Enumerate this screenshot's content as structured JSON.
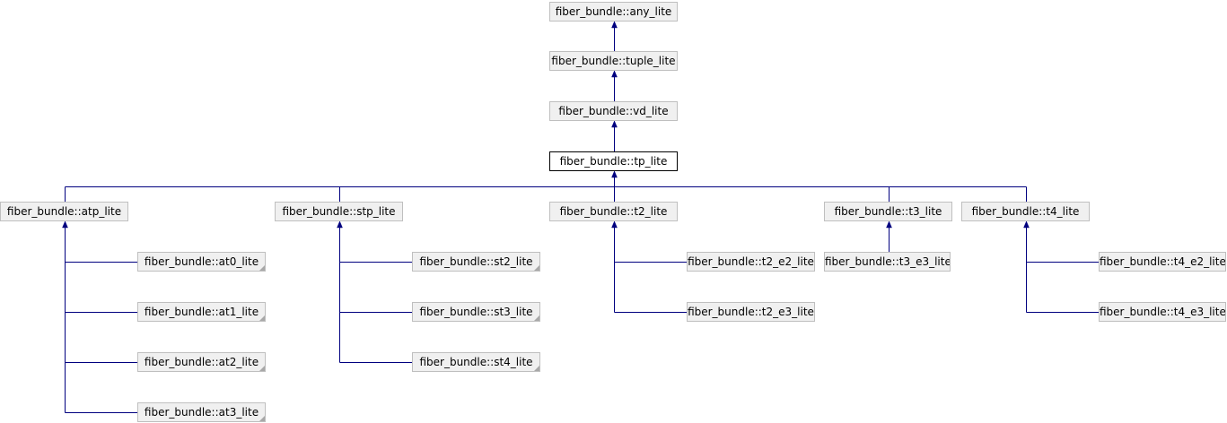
{
  "diagram": {
    "line_color": "#00007f",
    "node_fill": "#f0f0f0",
    "node_border": "#bfbfbf",
    "current_fill": "#ffffff",
    "current_border": "#000000",
    "nodes": [
      {
        "id": "any_lite",
        "label": "fiber_bundle::any_lite"
      },
      {
        "id": "tuple_lite",
        "label": "fiber_bundle::tuple_lite"
      },
      {
        "id": "vd_lite",
        "label": "fiber_bundle::vd_lite"
      },
      {
        "id": "tp_lite",
        "label": "fiber_bundle::tp_lite",
        "current": true
      },
      {
        "id": "atp_lite",
        "label": "fiber_bundle::atp_lite"
      },
      {
        "id": "stp_lite",
        "label": "fiber_bundle::stp_lite"
      },
      {
        "id": "t2_lite",
        "label": "fiber_bundle::t2_lite"
      },
      {
        "id": "t3_lite",
        "label": "fiber_bundle::t3_lite"
      },
      {
        "id": "t4_lite",
        "label": "fiber_bundle::t4_lite"
      },
      {
        "id": "at0_lite",
        "label": "fiber_bundle::at0_lite",
        "truncated": true
      },
      {
        "id": "at1_lite",
        "label": "fiber_bundle::at1_lite",
        "truncated": true
      },
      {
        "id": "at2_lite",
        "label": "fiber_bundle::at2_lite",
        "truncated": true
      },
      {
        "id": "at3_lite",
        "label": "fiber_bundle::at3_lite",
        "truncated": true
      },
      {
        "id": "st2_lite",
        "label": "fiber_bundle::st2_lite",
        "truncated": true
      },
      {
        "id": "st3_lite",
        "label": "fiber_bundle::st3_lite",
        "truncated": true
      },
      {
        "id": "st4_lite",
        "label": "fiber_bundle::st4_lite",
        "truncated": true
      },
      {
        "id": "t2_e2_lite",
        "label": "fiber_bundle::t2_e2_lite"
      },
      {
        "id": "t2_e3_lite",
        "label": "fiber_bundle::t2_e3_lite"
      },
      {
        "id": "t3_e3_lite",
        "label": "fiber_bundle::t3_e3_lite"
      },
      {
        "id": "t4_e2_lite",
        "label": "fiber_bundle::t4_e2_lite"
      },
      {
        "id": "t4_e3_lite",
        "label": "fiber_bundle::t4_e3_lite"
      }
    ],
    "edges": [
      {
        "from": "tuple_lite",
        "to": "any_lite"
      },
      {
        "from": "vd_lite",
        "to": "tuple_lite"
      },
      {
        "from": "tp_lite",
        "to": "vd_lite"
      },
      {
        "from": "atp_lite",
        "to": "tp_lite"
      },
      {
        "from": "stp_lite",
        "to": "tp_lite"
      },
      {
        "from": "t2_lite",
        "to": "tp_lite"
      },
      {
        "from": "t3_lite",
        "to": "tp_lite"
      },
      {
        "from": "t4_lite",
        "to": "tp_lite"
      },
      {
        "from": "at0_lite",
        "to": "atp_lite"
      },
      {
        "from": "at1_lite",
        "to": "atp_lite"
      },
      {
        "from": "at2_lite",
        "to": "atp_lite"
      },
      {
        "from": "at3_lite",
        "to": "atp_lite"
      },
      {
        "from": "st2_lite",
        "to": "stp_lite"
      },
      {
        "from": "st3_lite",
        "to": "stp_lite"
      },
      {
        "from": "st4_lite",
        "to": "stp_lite"
      },
      {
        "from": "t2_e2_lite",
        "to": "t2_lite"
      },
      {
        "from": "t2_e3_lite",
        "to": "t2_lite"
      },
      {
        "from": "t3_e3_lite",
        "to": "t3_lite"
      },
      {
        "from": "t4_e2_lite",
        "to": "t4_lite"
      },
      {
        "from": "t4_e3_lite",
        "to": "t4_lite"
      }
    ]
  }
}
